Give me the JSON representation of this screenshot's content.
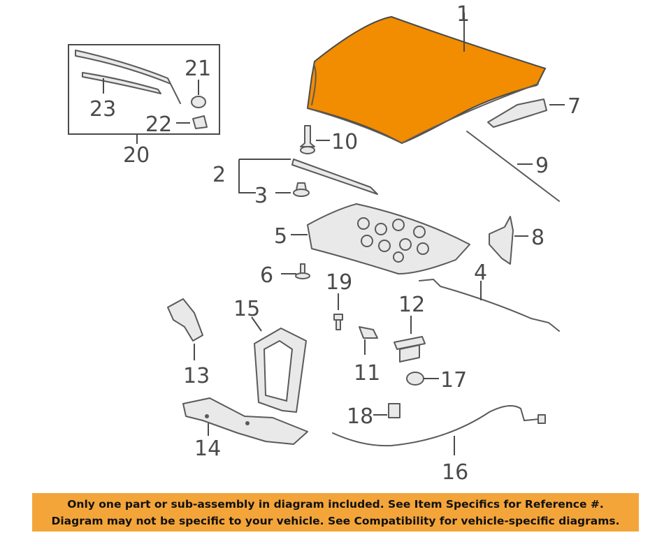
{
  "callouts": {
    "c1": "1",
    "c2": "2",
    "c3": "3",
    "c4": "4",
    "c5": "5",
    "c6": "6",
    "c7": "7",
    "c8": "8",
    "c9": "9",
    "c10": "10",
    "c11": "11",
    "c12": "12",
    "c13": "13",
    "c14": "14",
    "c15": "15",
    "c16": "16",
    "c17": "17",
    "c18": "18",
    "c19": "19",
    "c20": "20",
    "c21": "21",
    "c22": "22",
    "c23": "23"
  },
  "colors": {
    "hood": "#f28c00",
    "part_fill": "#e9e9e9",
    "line": "#5a5a5a",
    "banner": "#f4a53a"
  },
  "banner": {
    "line1": "Only one part or sub-assembly in diagram included. See Item Specifics for Reference #.",
    "line2": "Diagram may not be specific to your vehicle. See Compatibility for vehicle-specific diagrams."
  }
}
